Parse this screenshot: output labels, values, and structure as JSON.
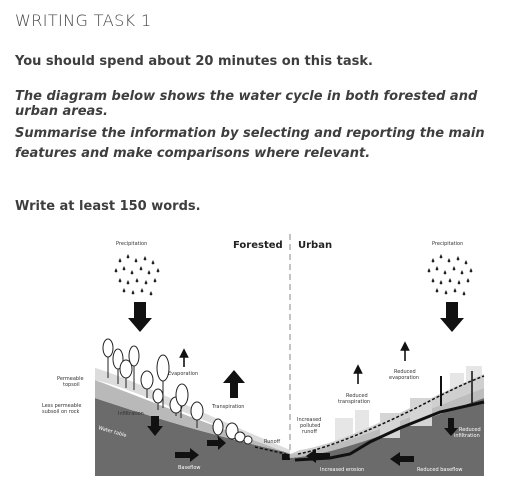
{
  "task": {
    "title": "WRITING TASK 1",
    "time_instruction": "You should spend about 20 minutes on this task.",
    "description": "The diagram below shows the water cycle in both forested and urban areas.",
    "instruction": "Summarise the information by selecting and reporting the main features and make comparisons where relevant.",
    "word_count": "Write at least 150 words."
  },
  "diagram": {
    "forested": {
      "heading": "Forested",
      "precipitation": "Precipitation",
      "evaporation": "Evaporation",
      "transpiration": "Transpiration",
      "permeable_topsoil": [
        "Permeable",
        "topsoil"
      ],
      "less_permeable": [
        "Less permeable",
        "subsoil on rock"
      ],
      "infiltration": "Infiltration",
      "water_table": "Water table",
      "runoff": "Runoff",
      "baseflow": "Baseflow"
    },
    "urban": {
      "heading": "Urban",
      "precipitation": "Precipitation",
      "reduced_evaporation": [
        "Reduced",
        "evaporation"
      ],
      "reduced_transpiration": [
        "Reduced",
        "transpiration"
      ],
      "increased_polluted_runoff": [
        "Increased",
        "polluted",
        "runoff"
      ],
      "reduced_infiltration": [
        "Reduced",
        "infiltration"
      ],
      "increased_erosion": "Increased erosion",
      "reduced_baseflow": "Reduced baseflow"
    }
  }
}
